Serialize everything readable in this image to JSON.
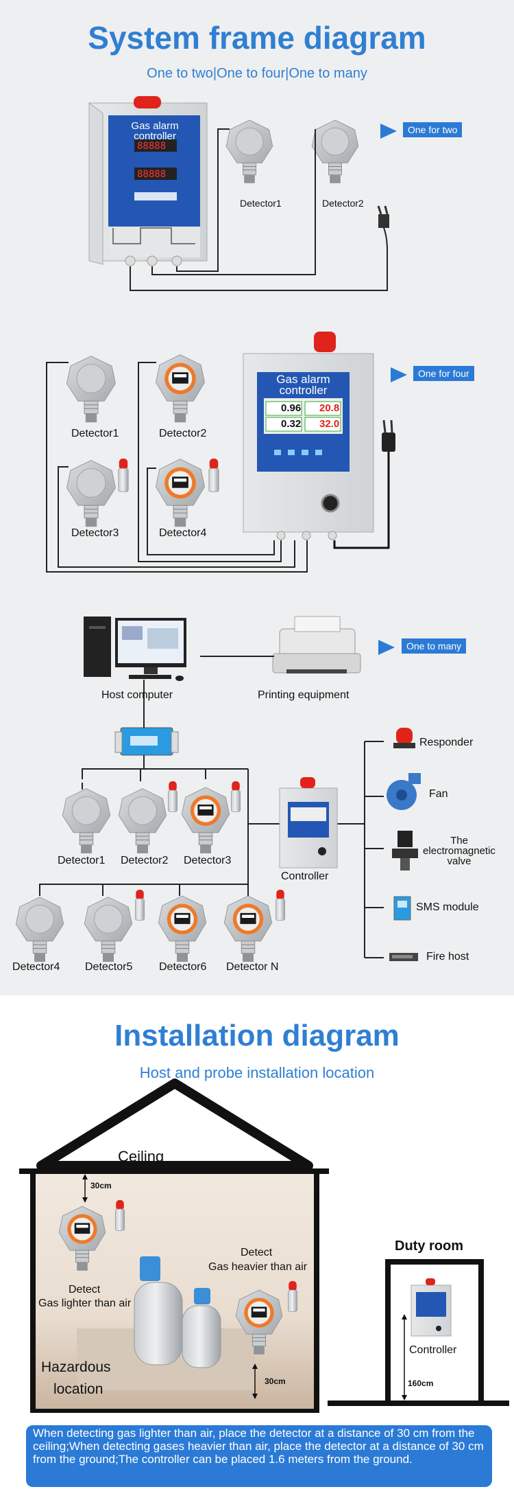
{
  "frame": {
    "title": "System frame diagram",
    "subtitle": "One to two|One to four|One to many"
  },
  "sec1": {
    "controller_title": "Gas alarm controller",
    "detector1": "Detector1",
    "detector2": "Detector2",
    "tag": "One for two"
  },
  "sec2": {
    "controller_title": "Gas alarm controller",
    "readings": [
      "0.96",
      "20.8",
      "0.32",
      "32.0"
    ],
    "detector1": "Detector1",
    "detector2": "Detector2",
    "detector3": "Detector3",
    "detector4": "Detector4",
    "tag": "One for four"
  },
  "sec3": {
    "host": "Host computer",
    "printer": "Printing equipment",
    "tag": "One to many",
    "controller": "Controller",
    "detectors": [
      "Detector1",
      "Detector2",
      "Detector3",
      "Detector4",
      "Detector5",
      "Detector6",
      "Detector N"
    ],
    "outputs": [
      "Responder",
      "Fan",
      "The electromagnetic valve",
      "SMS module",
      "Fire host"
    ]
  },
  "install": {
    "title": "Installation diagram",
    "subtitle": "Host and probe installation location",
    "ceiling": "Ceiling",
    "dist_top": "30cm",
    "detect_light_1": "Detect",
    "detect_light_2": "Gas lighter than air",
    "detect_heavy_1": "Detect",
    "detect_heavy_2": "Gas heavier than air",
    "dist_bottom": "30cm",
    "hazard_1": "Hazardous",
    "hazard_2": "location",
    "duty_room": "Duty room",
    "controller": "Controller",
    "dist_controller": "160cm",
    "note": "When detecting gas lighter than air, place the detector at a distance of 30 cm from the ceiling;When detecting gases heavier than air, place the detector at a distance of 30 cm from the ground;The controller can be placed 1.6 meters from the ground."
  },
  "colors": {
    "accent": "#2f7fd3",
    "tag_bg": "#2b7ad6",
    "controller_panel": "#2357b3",
    "alarm_red": "#e0231b",
    "detector_gray": "#bfc3c6",
    "detector_orange": "#ee7a2a"
  }
}
